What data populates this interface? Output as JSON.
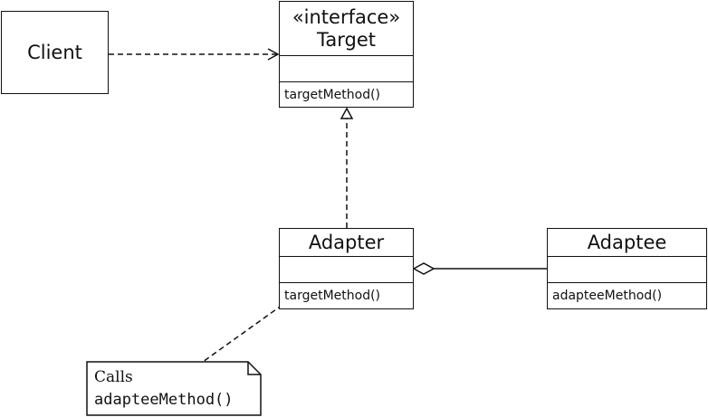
{
  "client": {
    "label": "Client"
  },
  "target": {
    "stereotype": "«interface»",
    "name": "Target",
    "method": "targetMethod()"
  },
  "adapter": {
    "name": "Adapter",
    "method": "targetMethod()"
  },
  "adaptee": {
    "name": "Adaptee",
    "method": "adapteeMethod()"
  },
  "note": {
    "line1": "Calls",
    "line2": "adapteeMethod()"
  }
}
